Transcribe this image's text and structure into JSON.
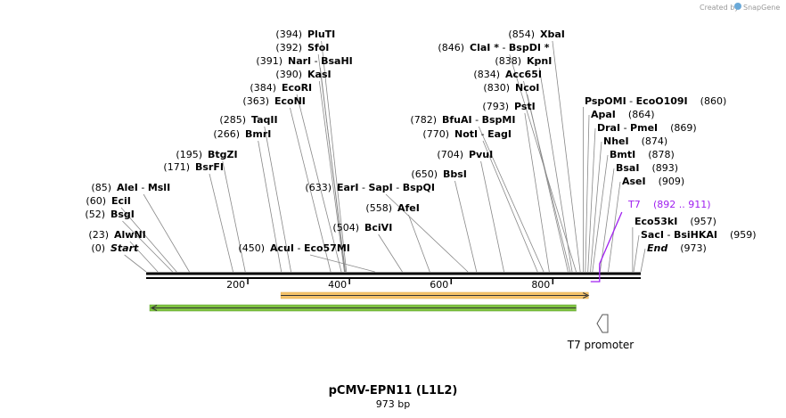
{
  "credit": {
    "text": "Created by",
    "brand": "SnapGene"
  },
  "plasmid": {
    "name": "pCMV-EPN11 (L1L2)",
    "length_label": "973 bp",
    "length": 973
  },
  "scale_ticks": [
    {
      "label": "200",
      "bp": 200
    },
    {
      "label": "400",
      "bp": 400
    },
    {
      "label": "600",
      "bp": 600
    },
    {
      "label": "800",
      "bp": 800
    }
  ],
  "sites": [
    {
      "pos": "(394)",
      "bp": 394,
      "names": [
        "PluTI"
      ]
    },
    {
      "pos": "(392)",
      "bp": 392,
      "names": [
        "SfoI"
      ]
    },
    {
      "pos": "(391)",
      "bp": 391,
      "names": [
        "NarI",
        "BsaHI"
      ]
    },
    {
      "pos": "(390)",
      "bp": 390,
      "names": [
        "KasI"
      ]
    },
    {
      "pos": "(384)",
      "bp": 384,
      "names": [
        "EcoRI"
      ]
    },
    {
      "pos": "(363)",
      "bp": 363,
      "names": [
        "EcoNI"
      ]
    },
    {
      "pos": "(285)",
      "bp": 285,
      "names": [
        "TaqII"
      ]
    },
    {
      "pos": "(266)",
      "bp": 266,
      "names": [
        "BmrI"
      ]
    },
    {
      "pos": "(195)",
      "bp": 195,
      "names": [
        "BtgZI"
      ]
    },
    {
      "pos": "(171)",
      "bp": 171,
      "names": [
        "BsrFI"
      ]
    },
    {
      "pos": "(85)",
      "bp": 85,
      "names": [
        "AleI",
        "MslI"
      ]
    },
    {
      "pos": "(60)",
      "bp": 60,
      "names": [
        "EciI"
      ]
    },
    {
      "pos": "(52)",
      "bp": 52,
      "names": [
        "BsgI"
      ]
    },
    {
      "pos": "(23)",
      "bp": 23,
      "names": [
        "AlwNI"
      ]
    },
    {
      "pos": "(0)",
      "bp": 0,
      "names": [
        "Start"
      ],
      "italic": true
    },
    {
      "pos": "(450)",
      "bp": 450,
      "names": [
        "AcuI",
        "Eco57MI"
      ]
    },
    {
      "pos": "(504)",
      "bp": 504,
      "names": [
        "BciVI"
      ]
    },
    {
      "pos": "(558)",
      "bp": 558,
      "names": [
        "AfeI"
      ]
    },
    {
      "pos": "(633)",
      "bp": 633,
      "names": [
        "EarI",
        "SapI",
        "BspQI"
      ]
    },
    {
      "pos": "(650)",
      "bp": 650,
      "names": [
        "BbsI"
      ]
    },
    {
      "pos": "(704)",
      "bp": 704,
      "names": [
        "PvuI"
      ]
    },
    {
      "pos": "(770)",
      "bp": 770,
      "names": [
        "NotI",
        "EagI"
      ]
    },
    {
      "pos": "(782)",
      "bp": 782,
      "names": [
        "BfuAI",
        "BspMI"
      ]
    },
    {
      "pos": "(793)",
      "bp": 793,
      "names": [
        "PstI"
      ]
    },
    {
      "pos": "(830)",
      "bp": 830,
      "names": [
        "NcoI"
      ]
    },
    {
      "pos": "(834)",
      "bp": 834,
      "names": [
        "Acc65I"
      ]
    },
    {
      "pos": "(838)",
      "bp": 838,
      "names": [
        "KpnI"
      ]
    },
    {
      "pos": "(846)",
      "bp": 846,
      "names": [
        "ClaI *",
        "BspDI *"
      ]
    },
    {
      "pos": "(854)",
      "bp": 854,
      "names": [
        "XbaI"
      ]
    },
    {
      "pos": "(860)",
      "bp": 860,
      "names": [
        "PspOMI",
        "EcoO109I"
      ],
      "pos_after": true
    },
    {
      "pos": "(864)",
      "bp": 864,
      "names": [
        "ApaI"
      ],
      "pos_after": true
    },
    {
      "pos": "(869)",
      "bp": 869,
      "names": [
        "DraI",
        "PmeI"
      ],
      "pos_after": true
    },
    {
      "pos": "(874)",
      "bp": 874,
      "names": [
        "NheI"
      ],
      "pos_after": true
    },
    {
      "pos": "(878)",
      "bp": 878,
      "names": [
        "BmtI"
      ],
      "pos_after": true
    },
    {
      "pos": "(893)",
      "bp": 893,
      "names": [
        "BsaI"
      ],
      "pos_after": true
    },
    {
      "pos": "(909)",
      "bp": 909,
      "names": [
        "AseI"
      ],
      "pos_after": true
    },
    {
      "pos": "(957)",
      "bp": 957,
      "names": [
        "Eco53kI"
      ],
      "pos_after": true
    },
    {
      "pos": "(959)",
      "bp": 959,
      "names": [
        "SacI",
        "BsiHKAI"
      ],
      "pos_after": true
    },
    {
      "pos": "(973)",
      "bp": 973,
      "names": [
        "End"
      ],
      "pos_after": true,
      "italic": true
    }
  ],
  "primer": {
    "name": "T7",
    "range": "(892 .. 911)",
    "start": 892,
    "end": 911,
    "color": "#a020f0"
  },
  "features": [
    {
      "type": "orange-bar",
      "start": 265,
      "end": 870,
      "color": "#f5c36b",
      "direction": "forward"
    },
    {
      "type": "green-bar",
      "start": 0,
      "end": 830,
      "color": "#7fc241",
      "direction": "reverse"
    },
    {
      "type": "promoter",
      "label": "T7 promoter",
      "start": 892,
      "end": 911
    }
  ],
  "separator": "-"
}
